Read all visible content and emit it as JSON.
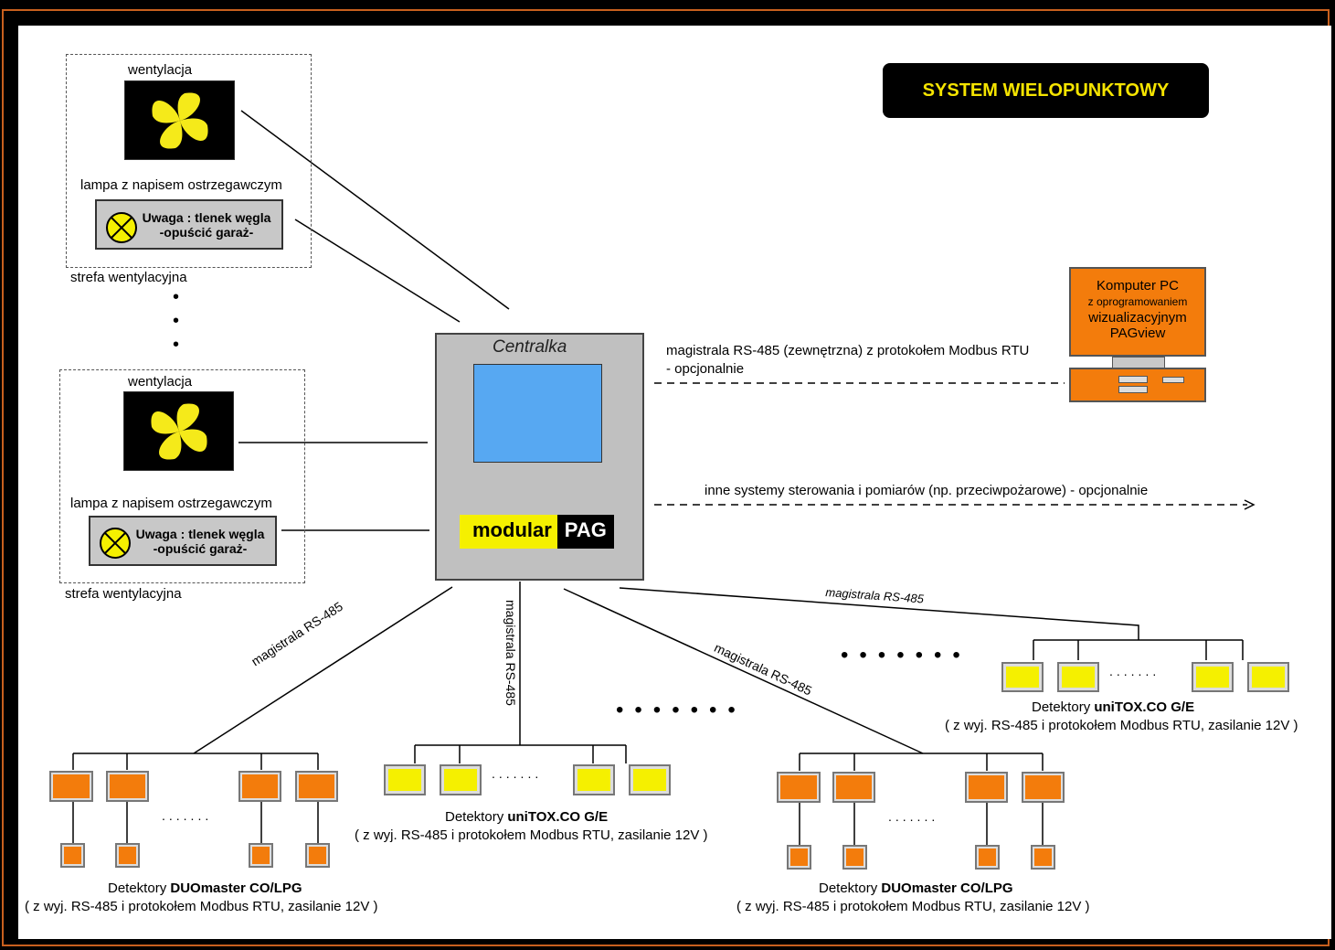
{
  "title": "SYSTEM WIELOPUNKTOWY",
  "zones": [
    {
      "fan_label": "wentylacja",
      "lamp_label": "lampa z napisem ostrzegawczym",
      "lamp_text_1": "Uwaga : tlenek węgla",
      "lamp_text_2": "-opuścić  garaż-",
      "zone_label": "strefa wentylacyjna"
    },
    {
      "fan_label": "wentylacja",
      "lamp_label": "lampa z napisem ostrzegawczym",
      "lamp_text_1": "Uwaga : tlenek węgla",
      "lamp_text_2": "-opuścić  garaż-",
      "zone_label": "strefa wentylacyjna"
    }
  ],
  "controller": {
    "label": "Centralka",
    "brand_left": "modular",
    "brand_right": "PAG"
  },
  "pc": {
    "line1": "Komputer PC",
    "line2": "z oprogramowaniem",
    "line3": "wizualizacyjnym",
    "line4": "PAGview"
  },
  "links": {
    "pc_bus_1": "magistrala RS-485 (zewnętrzna) z protokołem Modbus RTU",
    "pc_bus_2": "- opcjonalnie",
    "other_systems": "inne systemy sterowania i pomiarów (np. przeciwpożarowe) - opcjonalnie",
    "bus": "magistrala RS-485"
  },
  "groups": {
    "unitox_prefix": "Detektory ",
    "unitox_name": "uniTOX.CO G/E",
    "duo_prefix": "Detektory ",
    "duo_name": "DUOmaster CO/LPG",
    "spec": "( z wyj. RS-485 i protokołem Modbus RTU, zasilanie 12V )"
  },
  "colors": {
    "frame": "#c8601e",
    "title_text": "#f5e400",
    "fan_blade": "#f5ea1a",
    "screen": "#57a8f2",
    "pc": "#f37c0c",
    "unitox": "#f5f000",
    "duo": "#f37c0c"
  }
}
